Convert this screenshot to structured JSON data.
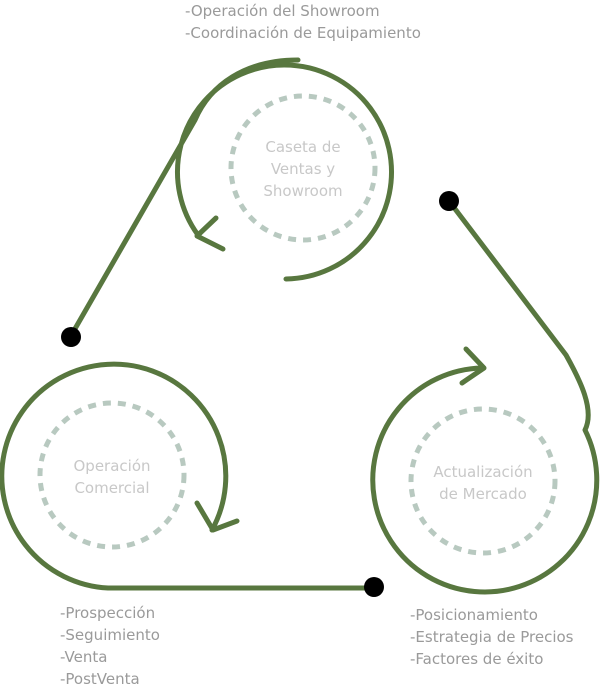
{
  "colors": {
    "ring": "#58773f",
    "dashed": "#b8c9c0",
    "dot": "#000000",
    "node_text": "#c8c8c8",
    "list_text": "#9a9a9a"
  },
  "nodes": {
    "caseta": {
      "label": "Caseta de\nVentas y\nShowroom"
    },
    "operacion": {
      "label": "Operación\nComercial"
    },
    "actualizacion": {
      "label": "Actualización\nde Mercado"
    }
  },
  "lists": {
    "caseta": [
      "-Operación del Showroom",
      "-Coordinación de Equipamiento"
    ],
    "operacion": [
      "-Prospección",
      "-Seguimiento",
      "-Venta",
      "-PostVenta"
    ],
    "actualizacion": [
      "-Posicionamiento",
      "-Estrategia de Precios",
      "-Factores de éxito"
    ]
  }
}
